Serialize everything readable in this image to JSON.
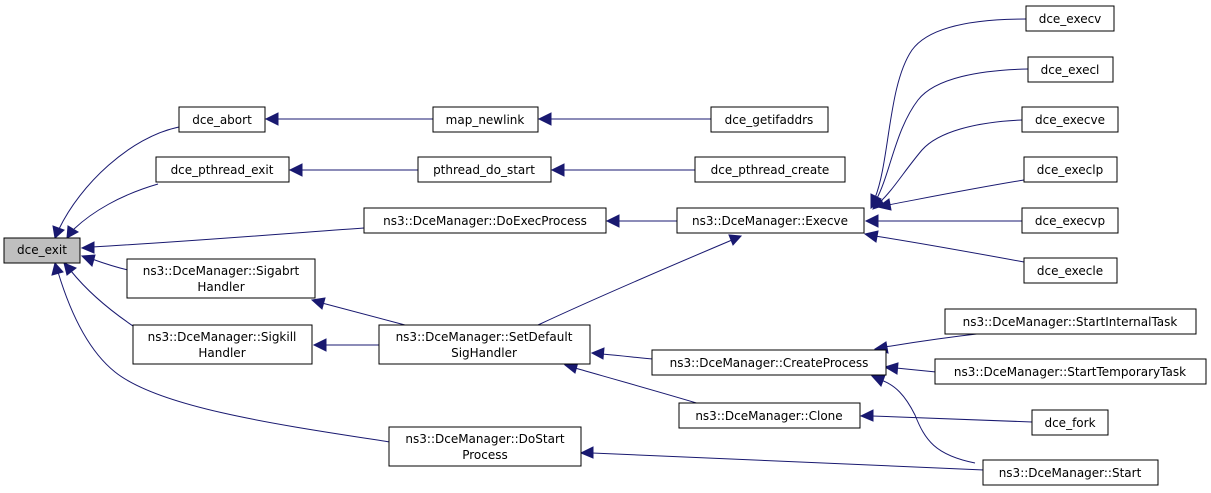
{
  "colors": {
    "edge": "#191970",
    "current_fill": "#bfbfbf",
    "node_fill": "#ffffff",
    "node_border": "#000000"
  },
  "nodes": {
    "dce_exit": {
      "lines": [
        "dce_exit"
      ],
      "current": true
    },
    "dce_abort": {
      "lines": [
        "dce_abort"
      ]
    },
    "dce_pthread_exit": {
      "lines": [
        "dce_pthread_exit"
      ]
    },
    "doexec": {
      "lines": [
        "ns3::DceManager::DoExecProcess"
      ]
    },
    "sigabrt": {
      "lines": [
        "ns3::DceManager::Sigabrt",
        "Handler"
      ]
    },
    "sigkill": {
      "lines": [
        "ns3::DceManager::Sigkill",
        "Handler"
      ]
    },
    "dostart": {
      "lines": [
        "ns3::DceManager::DoStart",
        "Process"
      ]
    },
    "map_newlink": {
      "lines": [
        "map_newlink"
      ]
    },
    "pthread_do_start": {
      "lines": [
        "pthread_do_start"
      ]
    },
    "setdefault": {
      "lines": [
        "ns3::DceManager::SetDefault",
        "SigHandler"
      ]
    },
    "dce_getifaddrs": {
      "lines": [
        "dce_getifaddrs"
      ]
    },
    "dce_pthread_create": {
      "lines": [
        "dce_pthread_create"
      ]
    },
    "execve_mgr": {
      "lines": [
        "ns3::DceManager::Execve"
      ]
    },
    "createprocess": {
      "lines": [
        "ns3::DceManager::CreateProcess"
      ]
    },
    "clone": {
      "lines": [
        "ns3::DceManager::Clone"
      ]
    },
    "dce_execv": {
      "lines": [
        "dce_execv"
      ]
    },
    "dce_execl": {
      "lines": [
        "dce_execl"
      ]
    },
    "dce_execve": {
      "lines": [
        "dce_execve"
      ]
    },
    "dce_execlp": {
      "lines": [
        "dce_execlp"
      ]
    },
    "dce_execvp": {
      "lines": [
        "dce_execvp"
      ]
    },
    "dce_execle": {
      "lines": [
        "dce_execle"
      ]
    },
    "startinternal": {
      "lines": [
        "ns3::DceManager::StartInternalTask"
      ]
    },
    "starttemporary": {
      "lines": [
        "ns3::DceManager::StartTemporaryTask"
      ]
    },
    "dce_fork": {
      "lines": [
        "dce_fork"
      ]
    },
    "start": {
      "lines": [
        "ns3::DceManager::Start"
      ]
    }
  },
  "edges": [
    {
      "from": "dce_abort",
      "to": "dce_exit"
    },
    {
      "from": "dce_pthread_exit",
      "to": "dce_exit"
    },
    {
      "from": "doexec",
      "to": "dce_exit"
    },
    {
      "from": "sigabrt",
      "to": "dce_exit"
    },
    {
      "from": "sigkill",
      "to": "dce_exit"
    },
    {
      "from": "dostart",
      "to": "dce_exit"
    },
    {
      "from": "map_newlink",
      "to": "dce_abort"
    },
    {
      "from": "dce_getifaddrs",
      "to": "map_newlink"
    },
    {
      "from": "pthread_do_start",
      "to": "dce_pthread_exit"
    },
    {
      "from": "dce_pthread_create",
      "to": "pthread_do_start"
    },
    {
      "from": "execve_mgr",
      "to": "doexec"
    },
    {
      "from": "setdefault",
      "to": "sigabrt"
    },
    {
      "from": "setdefault",
      "to": "sigkill"
    },
    {
      "from": "setdefault",
      "to": "execve_mgr"
    },
    {
      "from": "createprocess",
      "to": "setdefault"
    },
    {
      "from": "clone",
      "to": "setdefault"
    },
    {
      "from": "dce_execv",
      "to": "execve_mgr"
    },
    {
      "from": "dce_execl",
      "to": "execve_mgr"
    },
    {
      "from": "dce_execve",
      "to": "execve_mgr"
    },
    {
      "from": "dce_execlp",
      "to": "execve_mgr"
    },
    {
      "from": "dce_execvp",
      "to": "execve_mgr"
    },
    {
      "from": "dce_execle",
      "to": "execve_mgr"
    },
    {
      "from": "startinternal",
      "to": "createprocess"
    },
    {
      "from": "starttemporary",
      "to": "createprocess"
    },
    {
      "from": "start",
      "to": "createprocess"
    },
    {
      "from": "dce_fork",
      "to": "clone"
    },
    {
      "from": "start",
      "to": "dostart"
    }
  ]
}
